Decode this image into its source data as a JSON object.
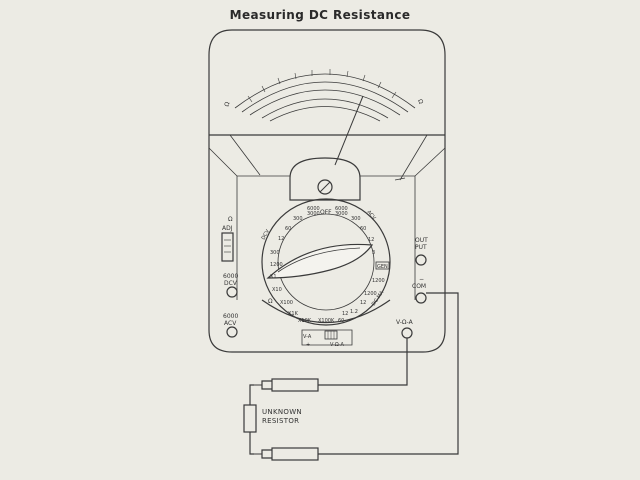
{
  "title": "Measuring DC Resistance",
  "left_controls": {
    "ohm_adj_symbol": "Ω",
    "ohm_adj_label": "ADJ",
    "dcv_value": "6000",
    "dcv_label": "DCV",
    "acv_value": "6000",
    "acv_label": "ACV"
  },
  "right_jacks": {
    "output_top": "OUT",
    "output_bottom": "PUT",
    "com_sign": "−",
    "com_label": "COM",
    "vohm_a_label": "V-Ω-A"
  },
  "meter_scale": {
    "omega_symbol": "Ω"
  },
  "dial": {
    "center_labels": [
      "6000",
      "3000"
    ],
    "off_label": "OFF",
    "top_right_labels": [
      "6000",
      "3000"
    ],
    "range_labels": [
      "300",
      "60",
      "12",
      "300",
      "60",
      "12",
      "3",
      "1200",
      "1200",
      "12",
      "1.2",
      "X100K",
      "X10K",
      "X1K",
      "X100",
      "X10",
      "X1",
      "1200",
      "300",
      "60",
      "12"
    ],
    "dcv_arc": "DCV",
    "acv_arc": "ACV",
    "dcma_arc": "DC MA",
    "ohm_arc": "Ω",
    "polarity_left": "V-A",
    "polarity_left_sign": "+",
    "polarity_right": "V-Ω-A",
    "gen_label": "GEN"
  },
  "resistor_label_1": "UNKNOWN",
  "resistor_label_2": "RESISTOR",
  "colors": {
    "background": "#ecebe4",
    "ink": "#3a3a3a"
  }
}
